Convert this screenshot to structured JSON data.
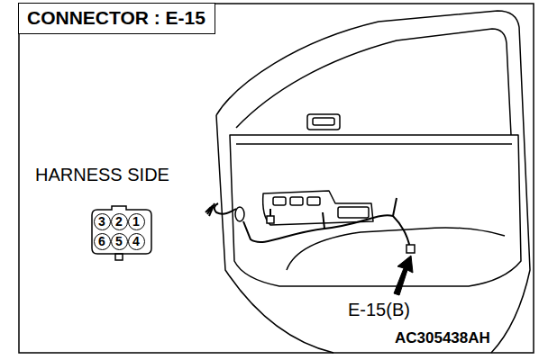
{
  "diagram": {
    "title": "CONNECTOR : E-15",
    "nodes": [
      {
        "text": [
          "3"
        ]
      },
      {
        "text": [
          "2"
        ]
      },
      {
        "text": [
          "1"
        ]
      },
      {
        "text": [
          "6"
        ]
      },
      {
        "text": [
          "5"
        ]
      },
      {
        "text": [
          "4"
        ]
      }
    ],
    "labels": [
      "HARNESS SIDE",
      "E-15(B)",
      "AC305438AH"
    ]
  }
}
